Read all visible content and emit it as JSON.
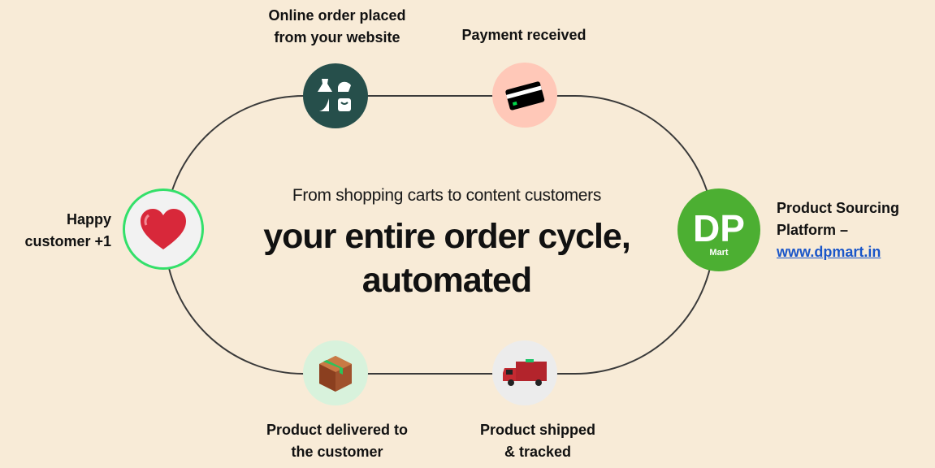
{
  "center": {
    "subtitle": "From shopping carts to content customers",
    "headline_line1": "your entire order cycle,",
    "headline_line2": "automated"
  },
  "steps": [
    {
      "label_line1": "Online order placed",
      "label_line2": "from your website",
      "icon": "shopping-items-icon",
      "color": "#264f4b"
    },
    {
      "label_line1": "Payment received",
      "icon": "credit-card-icon",
      "color": "#ffc8b8"
    },
    {
      "label_line1": "Product Sourcing",
      "label_line2": "Platform –",
      "link": "www.dpmart.in",
      "icon": "dpmart-logo",
      "logo_text": "DP",
      "logo_sub": "Mart",
      "color": "#4caf32"
    },
    {
      "label_line1": "Product shipped",
      "label_line2": "& tracked",
      "icon": "delivery-truck-icon",
      "color": "#ececec"
    },
    {
      "label_line1": "Product delivered to",
      "label_line2": "the customer",
      "icon": "package-box-icon",
      "color": "#d8f2dc"
    },
    {
      "label_line1": "Happy",
      "label_line2": "customer +1",
      "icon": "heart-icon",
      "color": "#f2f2f2"
    }
  ]
}
